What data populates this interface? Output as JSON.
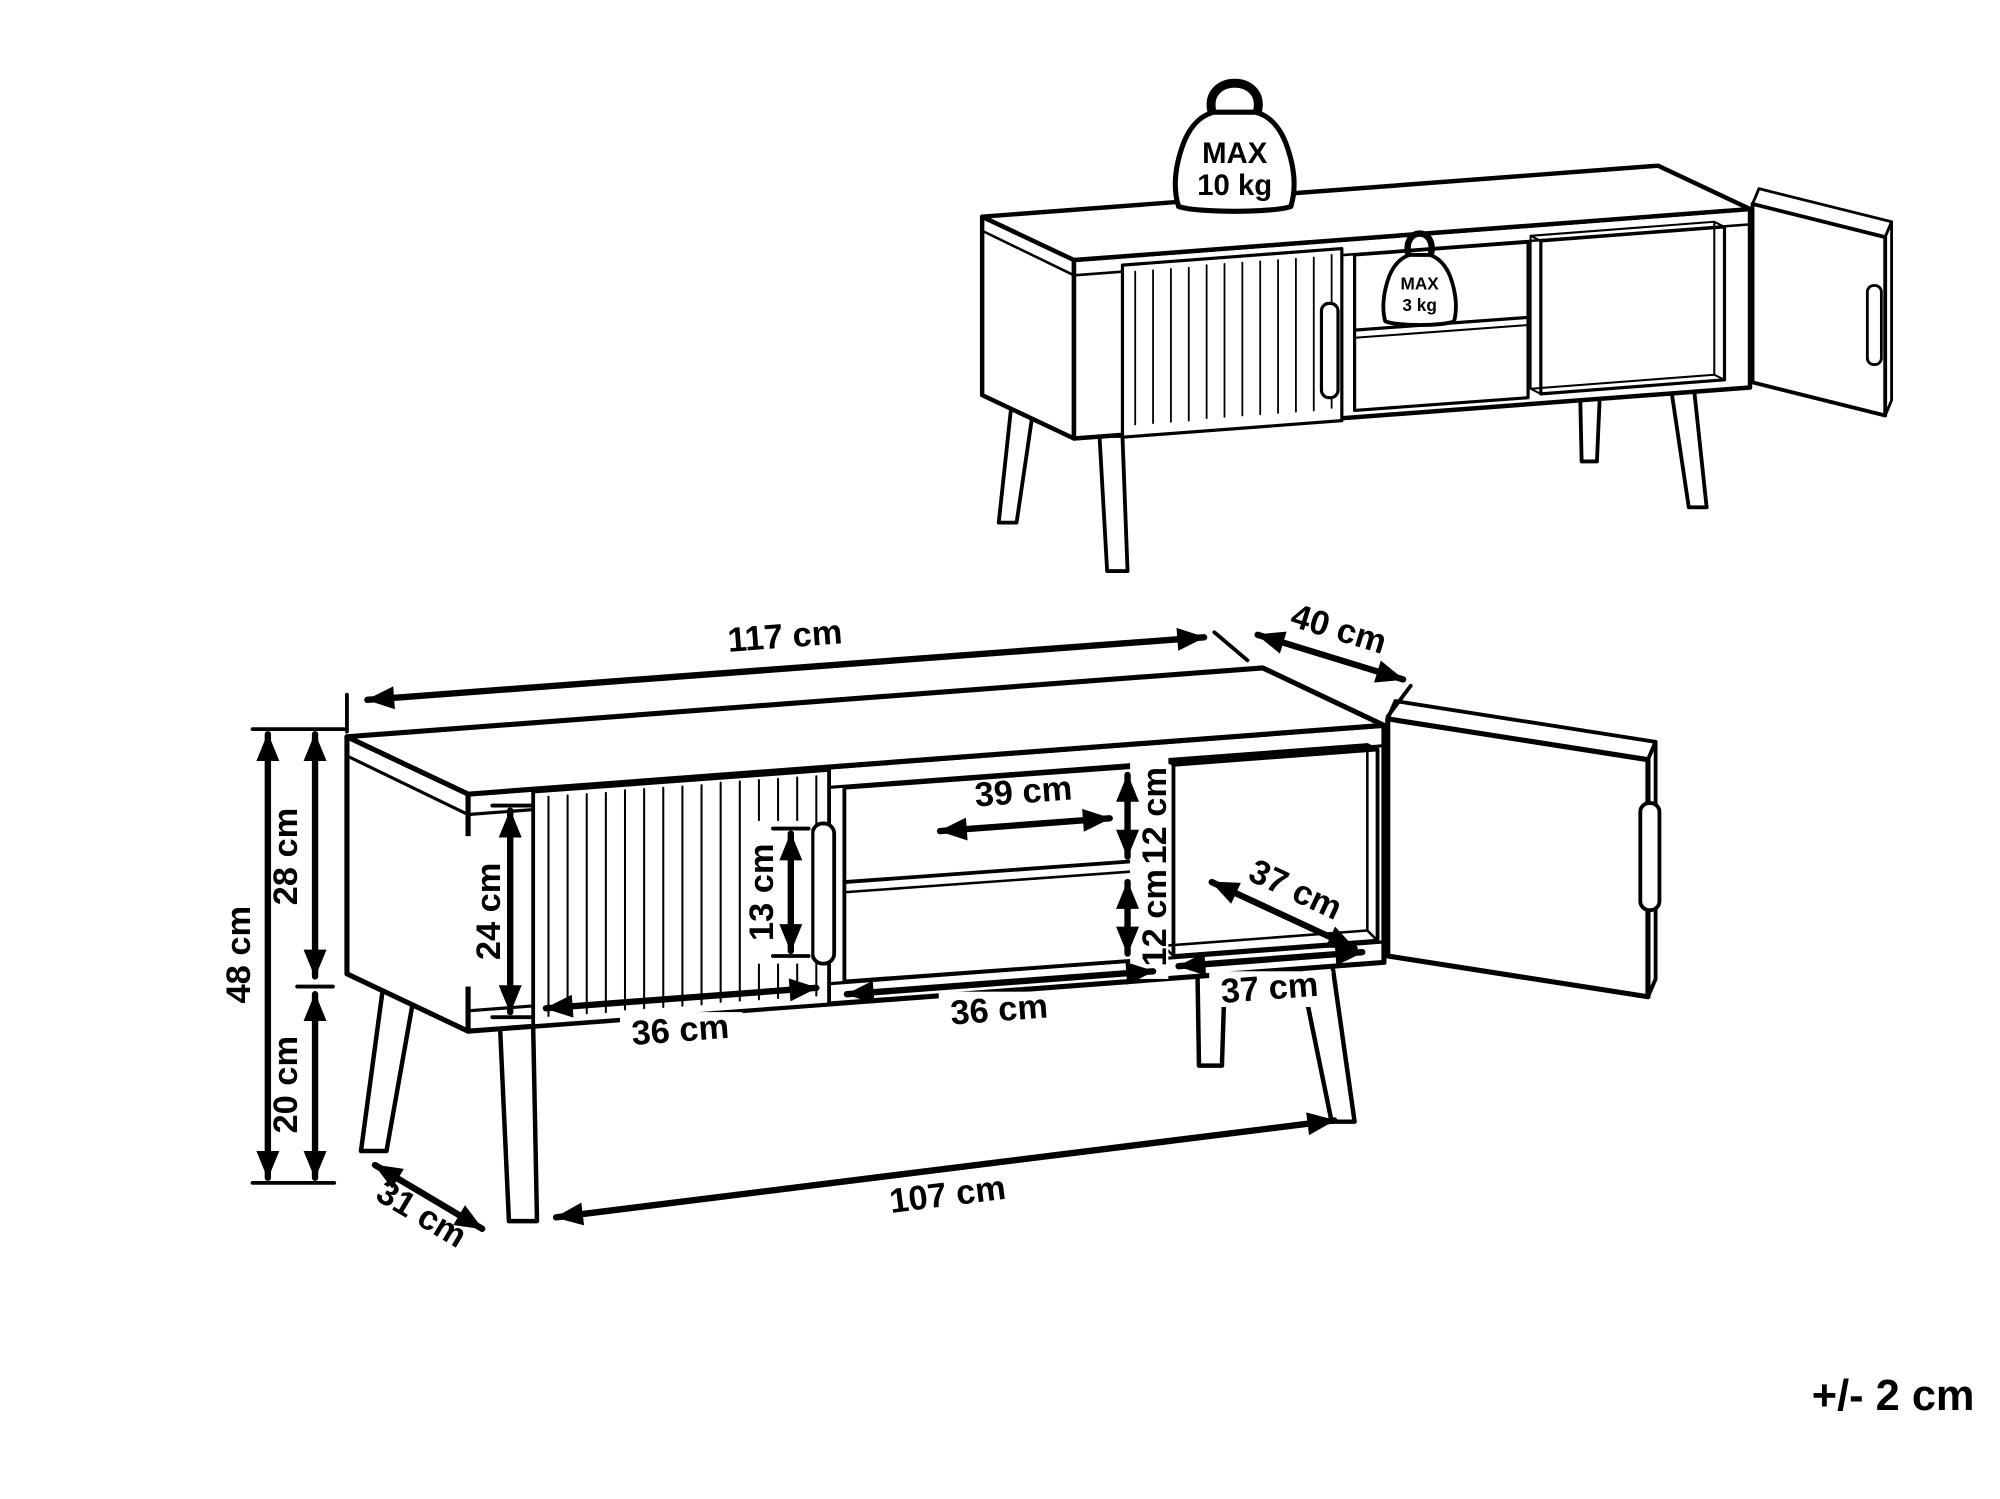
{
  "page": {
    "tolerance_note": "+/- 2 cm"
  },
  "overview": {
    "max_load_top": {
      "line1": "MAX",
      "line2": "10 kg"
    },
    "max_load_shelf": {
      "line1": "MAX",
      "line2": "3 kg"
    }
  },
  "dimensions": {
    "top_width": "117 cm",
    "top_depth": "40 cm",
    "total_height": "48 cm",
    "body_height": "28 cm",
    "leg_height": "20 cm",
    "door_opening_height": "24 cm",
    "handle_length": "13 cm",
    "middle_compartment_width": "39 cm",
    "upper_shelf_clearance": "12 cm",
    "lower_shelf_clearance": "12 cm",
    "right_compartment_depth": "37 cm",
    "right_compartment_width": "37 cm",
    "left_door_width": "36 cm",
    "middle_section_width": "36 cm",
    "leg_span_width": "107 cm",
    "leg_span_depth": "31 cm"
  }
}
